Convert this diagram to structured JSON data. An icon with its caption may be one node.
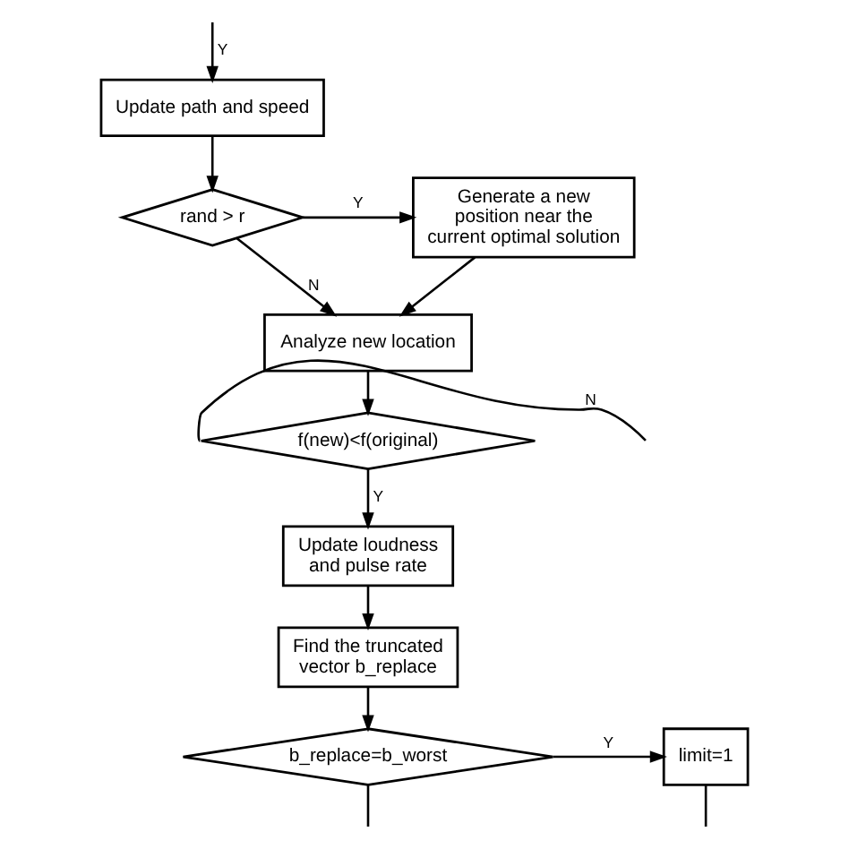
{
  "diagram": {
    "nodes": [
      {
        "text": [
          "Update path and speed"
        ]
      },
      {
        "text": [
          "rand > r"
        ]
      },
      {
        "text": [
          "Generate a new position near the current optimal solution"
        ]
      },
      {
        "text": [
          "Analyze new location"
        ]
      },
      {
        "text": [
          "f(new)<f(original)"
        ]
      },
      {
        "text": [
          "Update loudness and pulse rate"
        ]
      },
      {
        "text": [
          "Find the truncated vector b_replace"
        ]
      },
      {
        "text": [
          "b_replace=b_worst"
        ]
      },
      {
        "text": [
          "limit=1"
        ]
      }
    ],
    "edges": [
      {
        "from": null,
        "to": 0,
        "arrow": "to",
        "label": "Y"
      },
      {
        "from": 0,
        "to": 1,
        "arrow": "to"
      },
      {
        "from": 1,
        "to": 2,
        "arrow": "to",
        "label": "Y"
      },
      {
        "from": 1,
        "to": 3,
        "arrow": "to",
        "label": "N"
      },
      {
        "from": 2,
        "to": 3,
        "arrow": "to"
      },
      {
        "from": 3,
        "to": 4,
        "arrow": "to"
      },
      {
        "from": 4,
        "to": null,
        "arrow": "none",
        "label": "N"
      },
      {
        "from": 4,
        "to": 5,
        "arrow": "to",
        "label": "Y"
      },
      {
        "from": 5,
        "to": 6,
        "arrow": "to"
      },
      {
        "from": 6,
        "to": 7,
        "arrow": "to"
      },
      {
        "from": 7,
        "to": 8,
        "arrow": "to",
        "label": "Y"
      },
      {
        "from": 8,
        "to": null,
        "arrow": "none"
      },
      {
        "from": 7,
        "to": null,
        "arrow": "none"
      }
    ]
  }
}
